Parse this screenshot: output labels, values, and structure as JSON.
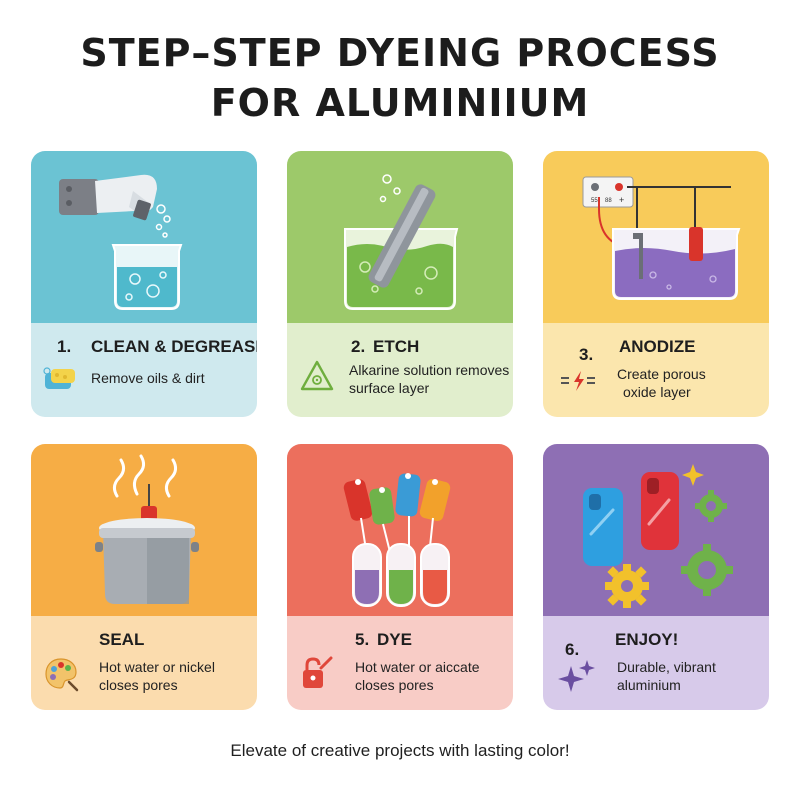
{
  "title": {
    "line1": "STEP–STEP DYEING PROCESS",
    "line2": "FOR ALUMINIIUM"
  },
  "colors": {
    "clean": "#6bc3d3",
    "clean_panel": "#cfe9ee",
    "etch": "#9dc96a",
    "etch_panel": "#e1eecd",
    "anodize": "#f8cb5a",
    "anodize_panel": "#fbe6ad",
    "seal": "#f6ad45",
    "seal_panel": "#fbdcae",
    "dye": "#ec6f5d",
    "dye_panel": "#f8ccc6",
    "enjoy": "#8e6fb4",
    "enjoy_panel": "#d7caea"
  },
  "cards": [
    {
      "number": "1.",
      "title": "CLEAN & DEGREASE",
      "desc_line1": "Remove oils & dirt",
      "desc_line2": "",
      "illustration": "hand-dropping-part-into-beaker",
      "icon": "sponge-icon"
    },
    {
      "number": "2.",
      "title": "ETCH",
      "desc_line1": "Alkarine solution removes",
      "desc_line2": "surface layer",
      "illustration": "metal-bar-in-green-solution",
      "icon": "hazard-icon"
    },
    {
      "number": "3.",
      "title": "ANODIZE",
      "desc_line1": "Create porous",
      "desc_line2": "oxide layer",
      "illustration": "power-supply-and-purple-tank",
      "icon": "electric-icon"
    },
    {
      "number": "",
      "title": "SEAL",
      "desc_line1": "Hot water or nickel",
      "desc_line2": "closes pores",
      "illustration": "steaming-pot",
      "icon": "palette-icon"
    },
    {
      "number": "5.",
      "title": "DYE",
      "desc_line1": "Hot water or aiccate",
      "desc_line2": "closes pores",
      "illustration": "colored-tags-and-test-tubes",
      "icon": "padlock-brush-icon"
    },
    {
      "number": "6.",
      "title": "ENJOY!",
      "desc_line1": "Durable, vibrant",
      "desc_line2": "aluminium",
      "illustration": "phone-cases-and-gears",
      "icon": "sparkle-icon"
    }
  ],
  "power_supply": {
    "label_a": "55",
    "label_b": "88"
  },
  "footer": "Elevate of creative projects with lasting color!"
}
